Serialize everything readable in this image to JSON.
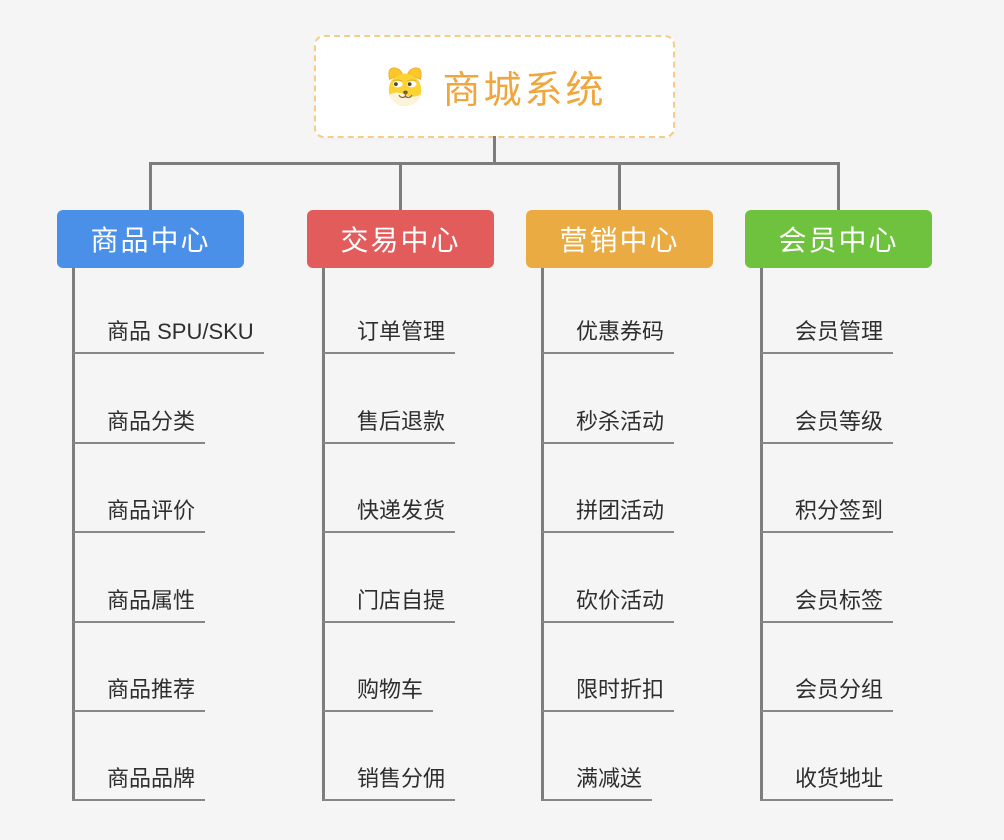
{
  "root": {
    "label": "商城系统",
    "icon": "doge-face-icon"
  },
  "colors": {
    "background": "#f5f5f5",
    "connector": "#7d7d7d",
    "underline": "#878787",
    "root_accent": "#f0a63c",
    "root_border": "#f6cd87",
    "item_text": "#2e2e2e"
  },
  "branches": [
    {
      "label": "商品中心",
      "color": "#4a90e8",
      "items": [
        "商品 SPU/SKU",
        "商品分类",
        "商品评价",
        "商品属性",
        "商品推荐",
        "商品品牌"
      ]
    },
    {
      "label": "交易中心",
      "color": "#e25c5c",
      "items": [
        "订单管理",
        "售后退款",
        "快递发货",
        "门店自提",
        "购物车",
        "销售分佣"
      ]
    },
    {
      "label": "营销中心",
      "color": "#ebab43",
      "items": [
        "优惠券码",
        "秒杀活动",
        "拼团活动",
        "砍价活动",
        "限时折扣",
        "满减送"
      ]
    },
    {
      "label": "会员中心",
      "color": "#6fc23d",
      "items": [
        "会员管理",
        "会员等级",
        "积分签到",
        "会员标签",
        "会员分组",
        "收货地址"
      ]
    }
  ]
}
